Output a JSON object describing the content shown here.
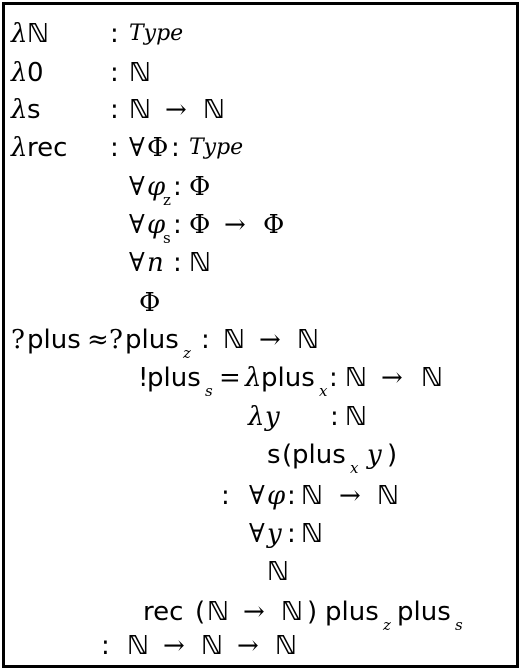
{
  "symbols": {
    "lambda": "λ",
    "nat": "ℕ",
    "colon": ":",
    "arrow": "→",
    "forall": "∀",
    "Phi": "Φ",
    "phi": "φ",
    "question": "?",
    "bang": "!",
    "approx": "≈",
    "equals": "=",
    "lparen": "(",
    "rparen": ")"
  },
  "idents": {
    "type": "Type",
    "zero": "0",
    "succ": "s",
    "rec": "rec",
    "plus": "plus",
    "n": "n",
    "y": "y"
  },
  "subscripts": {
    "z": "z",
    "s": "s",
    "x": "x"
  }
}
